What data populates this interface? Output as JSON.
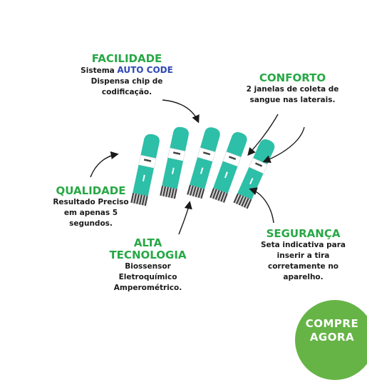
{
  "facilidade": {
    "title": "FACILIDADE",
    "line1_prefix": "Sistema",
    "line1_highlight": "AUTO CODE",
    "line2": "Dispensa chip de",
    "line3": "codificação."
  },
  "conforto": {
    "title": "CONFORTO",
    "line1": "2 janelas de coleta de",
    "line2": "sangue nas laterais."
  },
  "qualidade": {
    "title": "QUALIDADE",
    "line1": "Resultado Preciso",
    "line2": "em apenas 5",
    "line3": "segundos."
  },
  "tecnologia": {
    "title_line1": "ALTA",
    "title_line2": "TECNOLOGIA",
    "line1": "Biossensor",
    "line2": "Eletroquímico",
    "line3": "Amperométrico."
  },
  "seguranca": {
    "title": "SEGURANÇA",
    "line1": "Seta indicativa para",
    "line2": "inserir a tira",
    "line3": "corretamente no",
    "line4": "aparelho."
  },
  "buy": {
    "line1": "COMPRE",
    "line2": "AGORA"
  },
  "colors": {
    "heading": "#27a845",
    "auto_code": "#2f47b6",
    "strip_teal": "#2dbfa8",
    "buy_button": "#66b446"
  }
}
